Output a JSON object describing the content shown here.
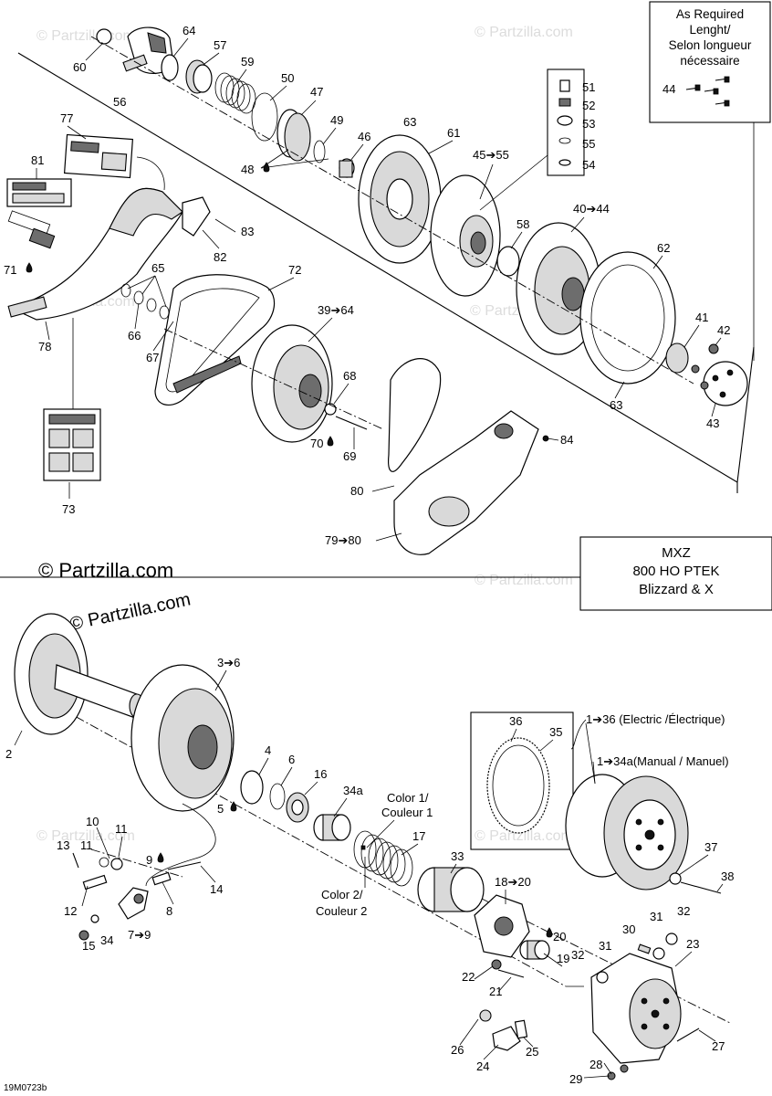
{
  "watermark": "© Partzilla.com",
  "brand": "© Partzilla.com",
  "drawing_code": "19M0723b",
  "note_box": {
    "lines": [
      "As Required",
      "Lenght/",
      "Selon longueur",
      "nécessaire"
    ],
    "part": "44"
  },
  "model_box": {
    "lines": [
      "MXZ",
      "800 HO PTEK",
      "Blizzard & X"
    ]
  },
  "callouts": {
    "electric": "1➔36 (Electric /Électrique)",
    "manual": "1➔34a(Manual / Manuel)",
    "color1": [
      "Color 1/",
      "Couleur 1"
    ],
    "color2": [
      "Color 2/",
      "Couleur 2"
    ]
  },
  "labels": {
    "p60": "60",
    "p64": "64",
    "p57": "57",
    "p56": "56",
    "p59": "59",
    "p50": "50",
    "p47": "47",
    "p49": "49",
    "p63a": "63",
    "p46": "46",
    "p61": "61",
    "p48": "48",
    "p45": "45➔55",
    "p51": "51",
    "p52": "52",
    "p53": "53",
    "p55": "55",
    "p54": "54",
    "p77": "77",
    "p81": "81",
    "p83": "83",
    "p82": "82",
    "p71": "71",
    "p65": "65",
    "p66": "66",
    "p67": "67",
    "p78": "78",
    "p72": "72",
    "p39": "39➔64",
    "p58": "58",
    "p40": "40➔44",
    "p62": "62",
    "p41": "41",
    "p42": "42",
    "p63b": "63",
    "p43": "43",
    "p68": "68",
    "p70": "70",
    "p69": "69",
    "p84": "84",
    "p80": "80",
    "p79": "79➔80",
    "p73": "73",
    "p3": "3➔6",
    "p2": "2",
    "p4": "4",
    "p6": "6",
    "p16": "16",
    "p34a": "34a",
    "p5": "5",
    "p17": "17",
    "p36": "36",
    "p35": "35",
    "p10": "10",
    "p11a": "11",
    "p13": "13",
    "p11b": "11",
    "p9a": "9",
    "p14": "14",
    "p12": "12",
    "p8": "8",
    "p15": "15",
    "p34": "34",
    "p7": "7➔9",
    "p33": "33",
    "p18": "18➔20",
    "p20": "20",
    "p19": "19",
    "p37": "37",
    "p38": "38",
    "p31a": "31",
    "p32a": "32",
    "p30": "30",
    "p31b": "31",
    "p32b": "32",
    "p23": "23",
    "p22": "22",
    "p21": "21",
    "p26": "26",
    "p25": "25",
    "p24": "24",
    "p27": "27",
    "p28": "28",
    "p29": "29"
  }
}
